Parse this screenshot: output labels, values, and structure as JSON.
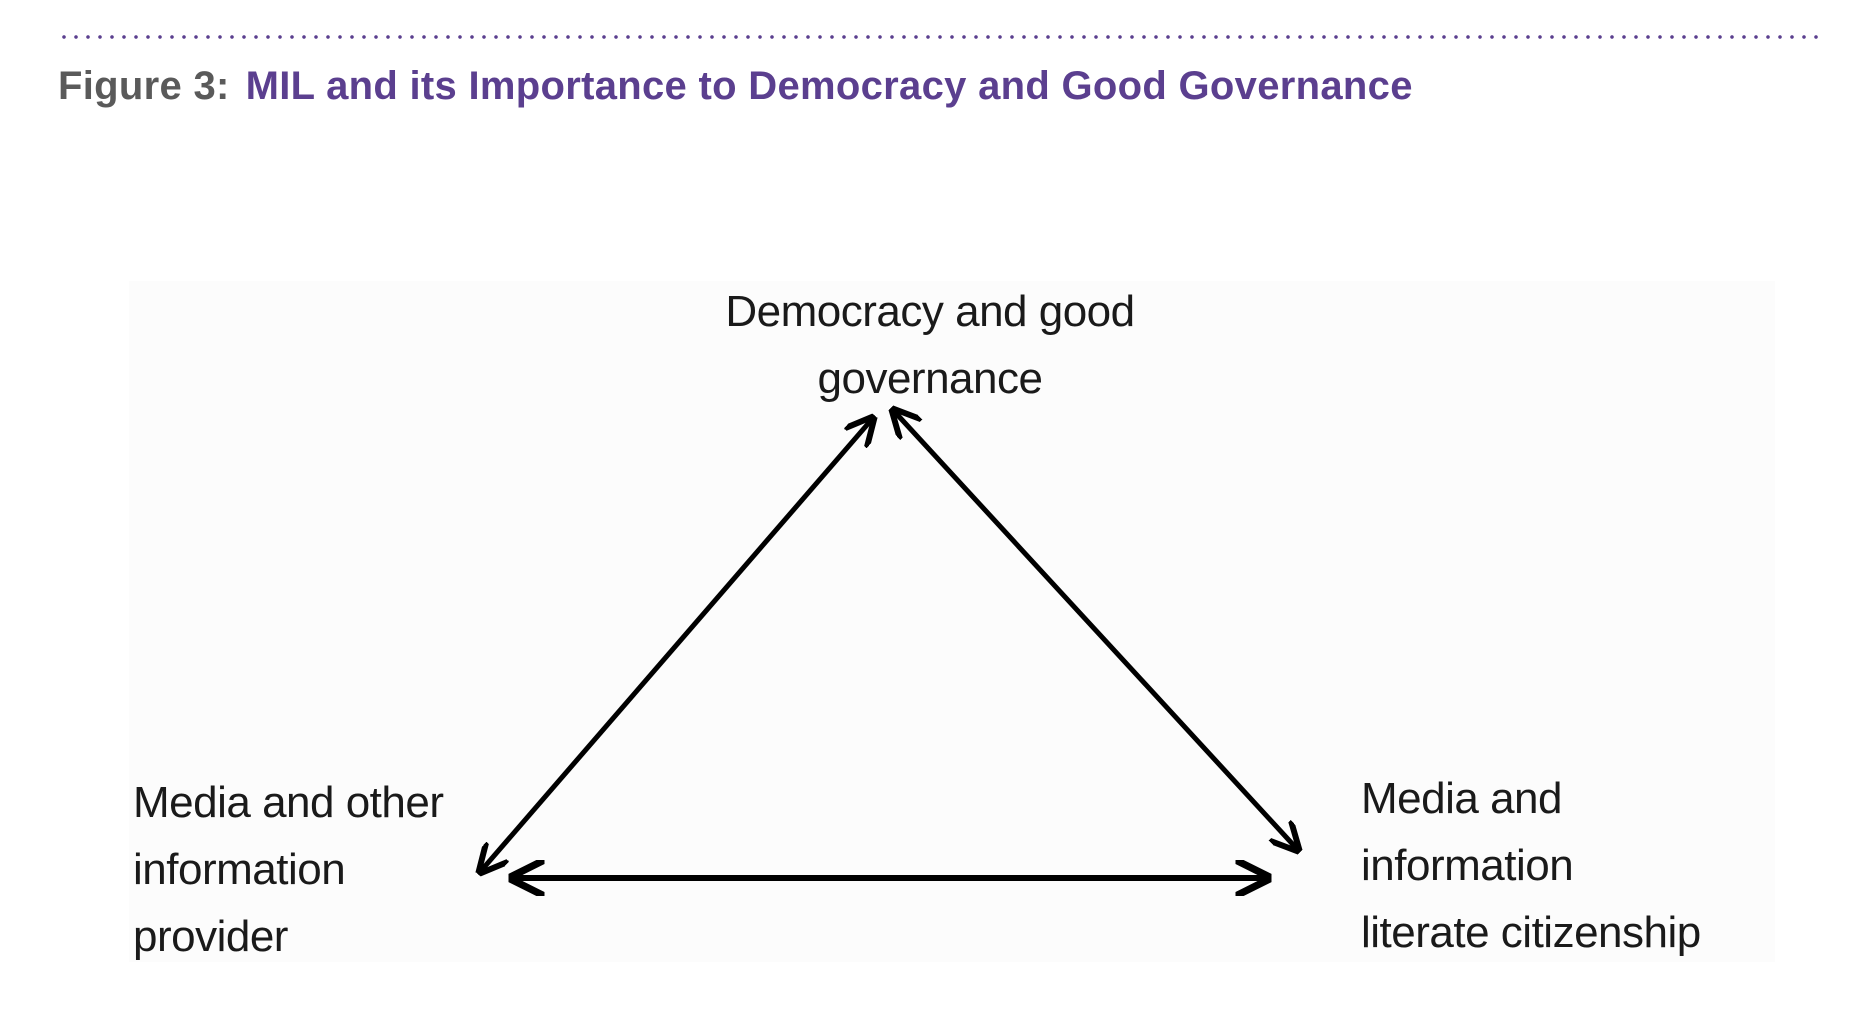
{
  "header": {
    "figure_number": "Figure 3:",
    "title": "MIL and its Importance to Democracy and Good Governance",
    "accent_color": "#5b3f8f"
  },
  "diagram": {
    "nodes": {
      "top": [
        "Democracy and good",
        "governance"
      ],
      "left": [
        "Media and other",
        "information",
        "provider"
      ],
      "right": [
        "Media and",
        "information",
        "literate citizenship"
      ]
    },
    "edges": [
      {
        "from": "left",
        "to": "top",
        "type": "bidirectional"
      },
      {
        "from": "top",
        "to": "right",
        "type": "bidirectional"
      },
      {
        "from": "left",
        "to": "right",
        "type": "bidirectional"
      }
    ]
  }
}
